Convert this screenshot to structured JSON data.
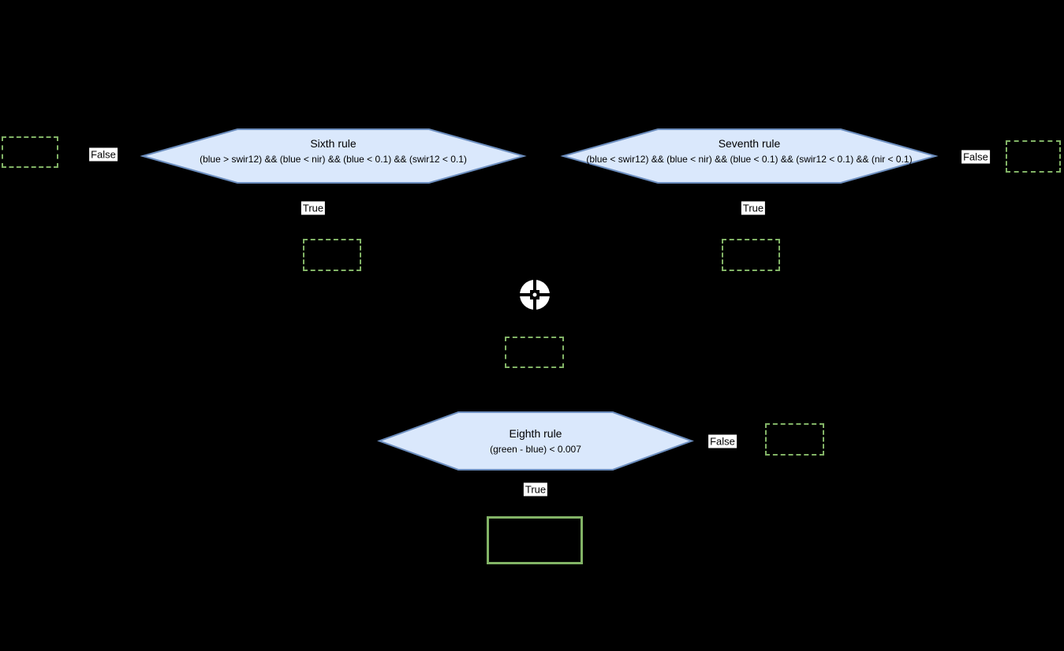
{
  "canvas": {
    "background": "#000000"
  },
  "colors": {
    "hexagon_fill": "#dae8fc",
    "hexagon_stroke": "#6c8ebf",
    "green_box": "#82b366",
    "edge_label_bg": "#ffffff",
    "edge_label_text": "#000000",
    "crosshair_fill": "#ffffff",
    "crosshair_cross": "#000000"
  },
  "nodes": {
    "sixth": {
      "title": "Sixth rule",
      "condition": "(blue > swir12) && (blue < nir) && (blue < 0.1) && (swir12 < 0.1)"
    },
    "seventh": {
      "title": "Seventh rule",
      "condition": "(blue < swir12) && (blue < nir) && (blue < 0.1) && (swir12 < 0.1) && (nir < 0.1)"
    },
    "eighth": {
      "title": "Eighth rule",
      "condition": "(green - blue) < 0.007"
    }
  },
  "edge_labels": {
    "sixth_false": "False",
    "sixth_true": "True",
    "seventh_false": "False",
    "seventh_true": "True",
    "eighth_false": "False",
    "eighth_true": "True"
  },
  "icons": {
    "center_marker": "crosshair-icon"
  }
}
